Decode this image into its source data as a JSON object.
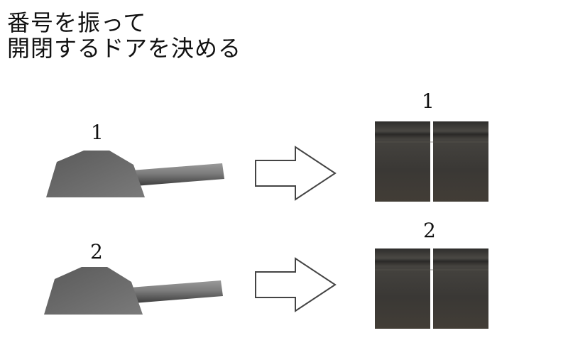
{
  "title": {
    "line1": "番号を振って",
    "line2": "開閉するドアを決める"
  },
  "rows": [
    {
      "switch_label": "1",
      "door_label": "1"
    },
    {
      "switch_label": "2",
      "door_label": "2"
    }
  ],
  "colors": {
    "switch_body": "#6a6a6a",
    "lever": "#8a8a8a",
    "door_metal": "#3d3b38",
    "arrow_stroke": "#444444"
  }
}
